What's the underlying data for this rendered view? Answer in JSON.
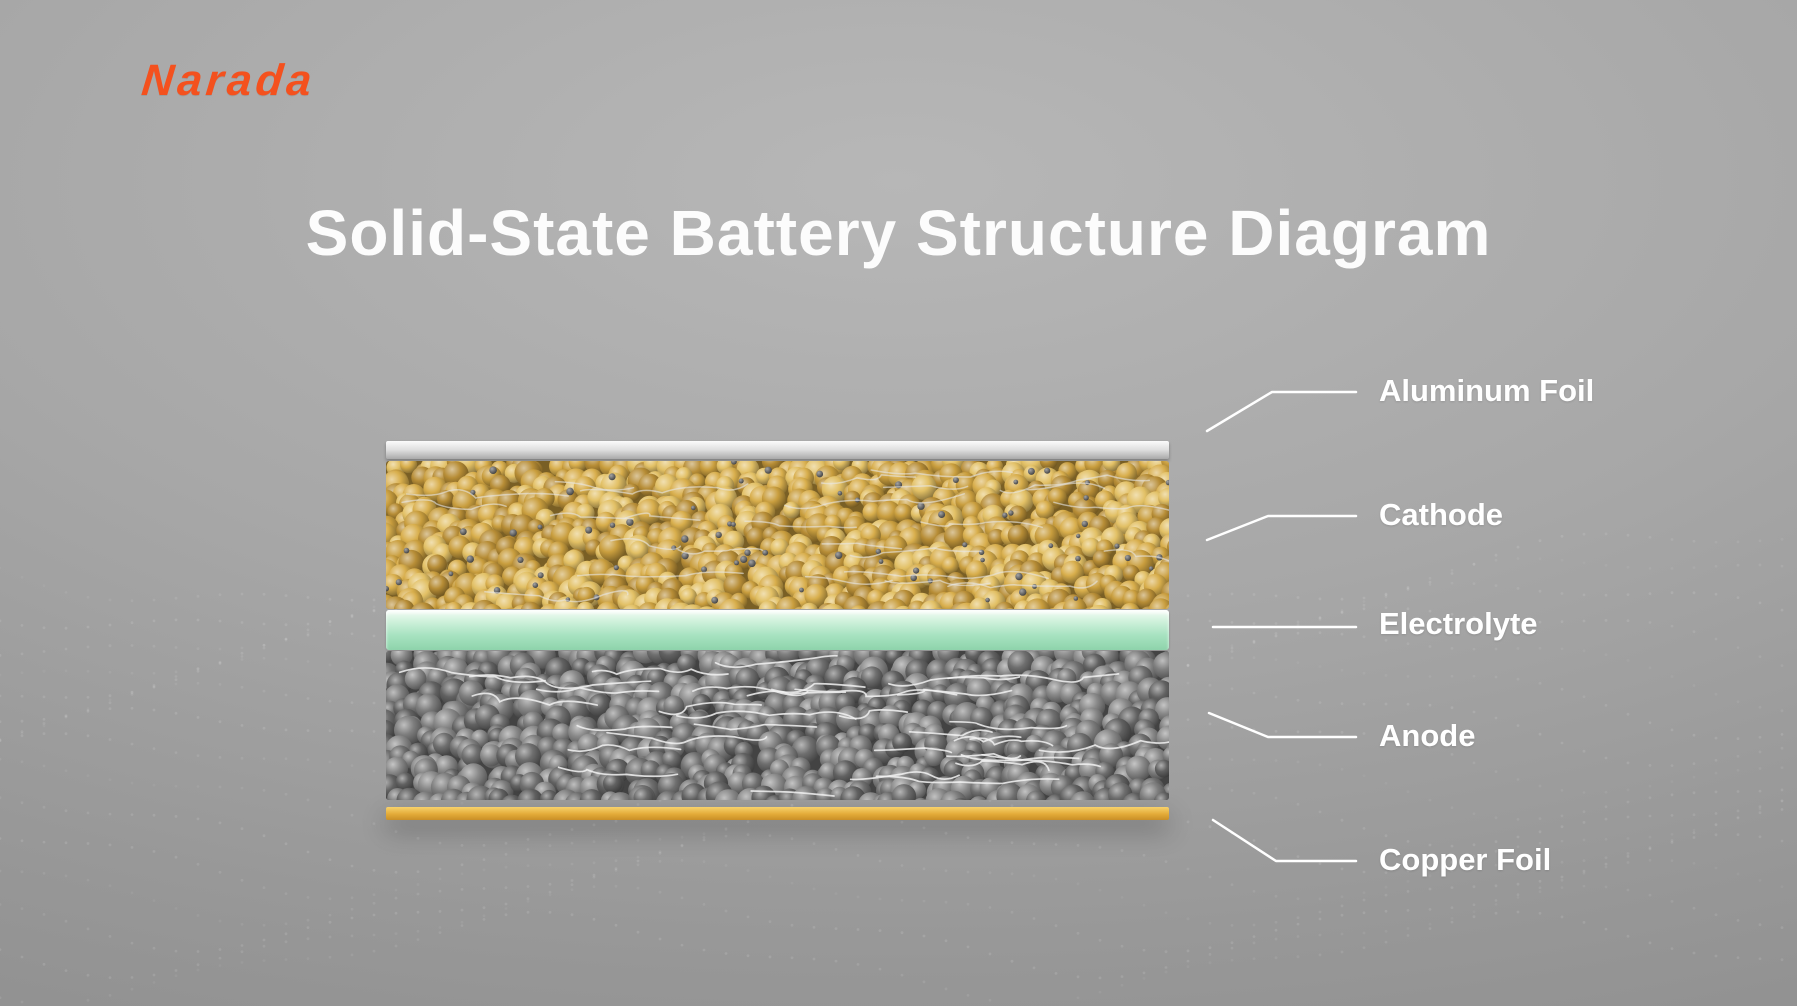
{
  "brand": {
    "logo_text": "Narada",
    "logo_color": "#F4511E"
  },
  "title": "Solid-State Battery Structure Diagram",
  "diagram": {
    "type": "layered-stack-cross-section",
    "labels": [
      {
        "text": "Aluminum Foil",
        "layer": "aluminum_foil"
      },
      {
        "text": "Cathode",
        "layer": "cathode"
      },
      {
        "text": "Electrolyte",
        "layer": "electrolyte"
      },
      {
        "text": "Anode",
        "layer": "anode"
      },
      {
        "text": "Copper Foil",
        "layer": "copper_foil"
      }
    ],
    "layers": [
      {
        "name": "Aluminum Foil",
        "color": "#dedede",
        "appearance": "thin silver foil strip"
      },
      {
        "name": "Cathode",
        "color": "#c99e3e",
        "appearance": "gold particle bed with gray dots and fibers"
      },
      {
        "name": "Electrolyte",
        "color": "#a8e3c1",
        "appearance": "mint green solid layer"
      },
      {
        "name": "Anode",
        "color": "#6f6f6f",
        "appearance": "gray particle bed with white fibers"
      },
      {
        "name": "Copper Foil",
        "color": "#e3ab38",
        "appearance": "thin gold-copper foil strip"
      }
    ]
  },
  "colors": {
    "background": "#a7a7a7",
    "label_text": "#ffffff",
    "leader_line": "#ffffff",
    "accent": "#F4511E"
  }
}
